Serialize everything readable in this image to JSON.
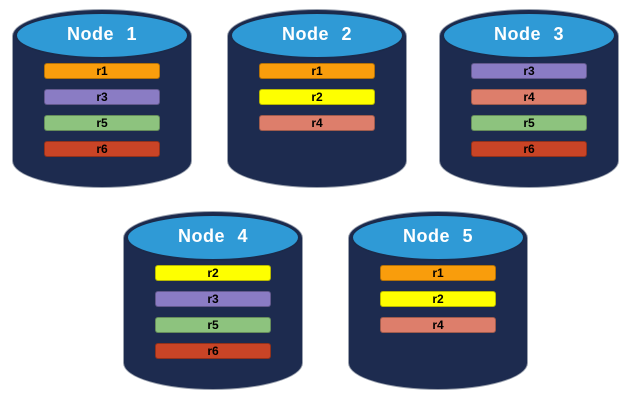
{
  "diagram": {
    "background_color": "#ffffff",
    "cylinder": {
      "body_color": "#1d2b4f",
      "top_color": "#2f9ad6",
      "top_border_color": "#1b2a4a",
      "label_color": "#ffffff"
    },
    "replica_colors": {
      "r1": "#f99d0c",
      "r2": "#feff00",
      "r3": "#8a7cc4",
      "r4": "#dd7e6b",
      "r5": "#8dc37e",
      "r6": "#c94426"
    },
    "nodes": [
      {
        "label": "Node 1",
        "replicas": [
          "r1",
          "r3",
          "r5",
          "r6"
        ]
      },
      {
        "label": "Node 2",
        "replicas": [
          "r1",
          "r2",
          "r4"
        ]
      },
      {
        "label": "Node 3",
        "replicas": [
          "r3",
          "r4",
          "r5",
          "r6"
        ]
      },
      {
        "label": "Node 4",
        "replicas": [
          "r2",
          "r3",
          "r5",
          "r6"
        ]
      },
      {
        "label": "Node 5",
        "replicas": [
          "r1",
          "r2",
          "r4"
        ]
      }
    ]
  }
}
